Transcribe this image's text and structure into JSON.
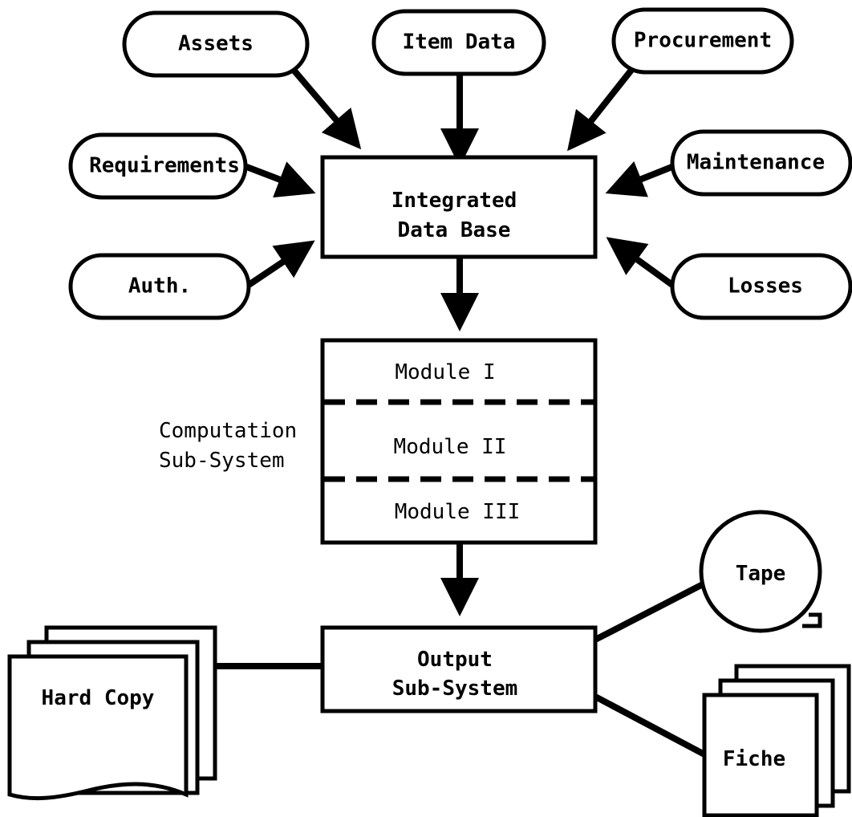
{
  "inputs": {
    "assets": "Assets",
    "item_data": "Item Data",
    "procurement": "Procurement",
    "requirements": "Requirements",
    "maintenance": "Maintenance",
    "auth": "Auth.",
    "losses": "Losses"
  },
  "database": {
    "line1": "Integrated",
    "line2": "Data Base"
  },
  "computation": {
    "label_line1": "Computation",
    "label_line2": "Sub-System",
    "modules": [
      "Module I",
      "Module II",
      "Module III"
    ]
  },
  "output": {
    "line1": "Output",
    "line2": "Sub-System"
  },
  "outputs": {
    "tape": "Tape",
    "hard_copy": "Hard Copy",
    "fiche": "Fiche"
  }
}
